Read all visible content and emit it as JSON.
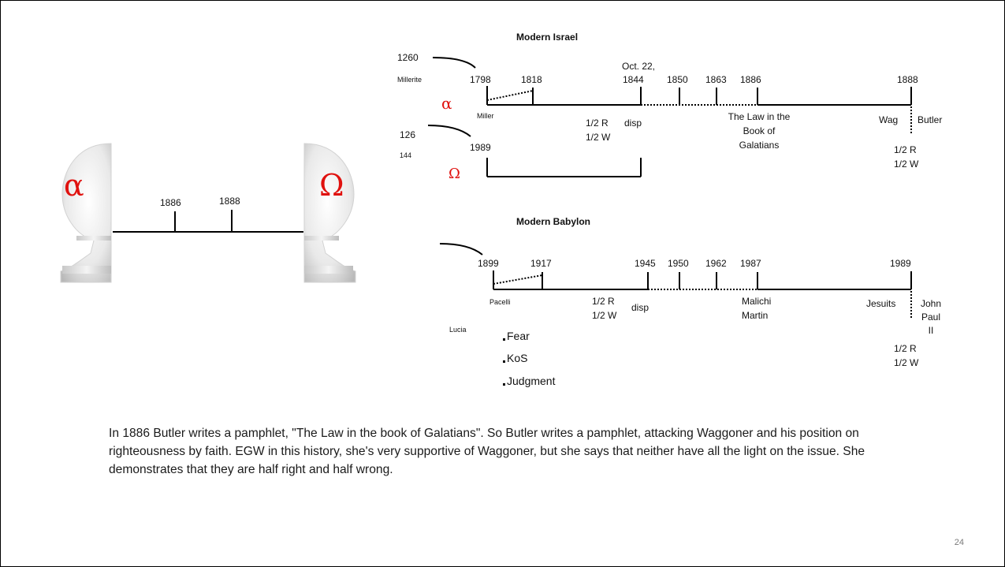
{
  "colors": {
    "symbol": "#e0120f",
    "line": "#000000",
    "text": "#111111"
  },
  "finials": {
    "left_symbol": "α",
    "right_symbol": "Ω",
    "timeline_labels": [
      "1886",
      "1888"
    ]
  },
  "modern_israel": {
    "title": "Modern Israel",
    "alpha_line": {
      "symbol": "α",
      "left_top": "1260",
      "left_bottom": "Millerite",
      "dates": [
        "1798",
        "1818",
        "Oct. 22,",
        "1844",
        "1850",
        "1863",
        "1886",
        "1888"
      ],
      "below": {
        "miller": "Miller",
        "half_right": "1/2 R",
        "half_wrong": "1/2 W",
        "disp": "disp",
        "law_book": [
          "The Law in the",
          "Book of",
          "Galatians"
        ],
        "wag": "Wag",
        "butler": "Butler",
        "end_half_right": "1/2 R",
        "end_half_wrong": "1/2 W"
      }
    },
    "omega_line": {
      "symbol": "Ω",
      "left_top": "126",
      "left_bottom": "144",
      "start_date": "1989"
    }
  },
  "modern_babylon": {
    "title": "Modern Babylon",
    "dates": [
      "1899",
      "1917",
      "1945",
      "1950",
      "1962",
      "1987",
      "1989"
    ],
    "below": {
      "pacelli": "Pacelli",
      "lucia": "Lucia",
      "half_right": "1/2 R",
      "half_wrong": "1/2 W",
      "disp": "disp",
      "malichi": "Malichi",
      "martin": "Martin",
      "jesuits": "Jesuits",
      "john_paul": [
        "John",
        "Paul",
        "II"
      ],
      "end_half_right": "1/2 R",
      "end_half_wrong": "1/2 W",
      "bullets": [
        "Fear",
        "KoS",
        "Judgment"
      ]
    }
  },
  "notes": "In 1886 Butler writes a pamphlet, \"The Law in the book of Galatians\".  So Butler writes a pamphlet, attacking Waggoner and his position on righteousness by faith. EGW in this history, she's very supportive of Waggoner, but she says that neither have all the light on the issue. She demonstrates that they are half right and half wrong.",
  "page_number": "24"
}
